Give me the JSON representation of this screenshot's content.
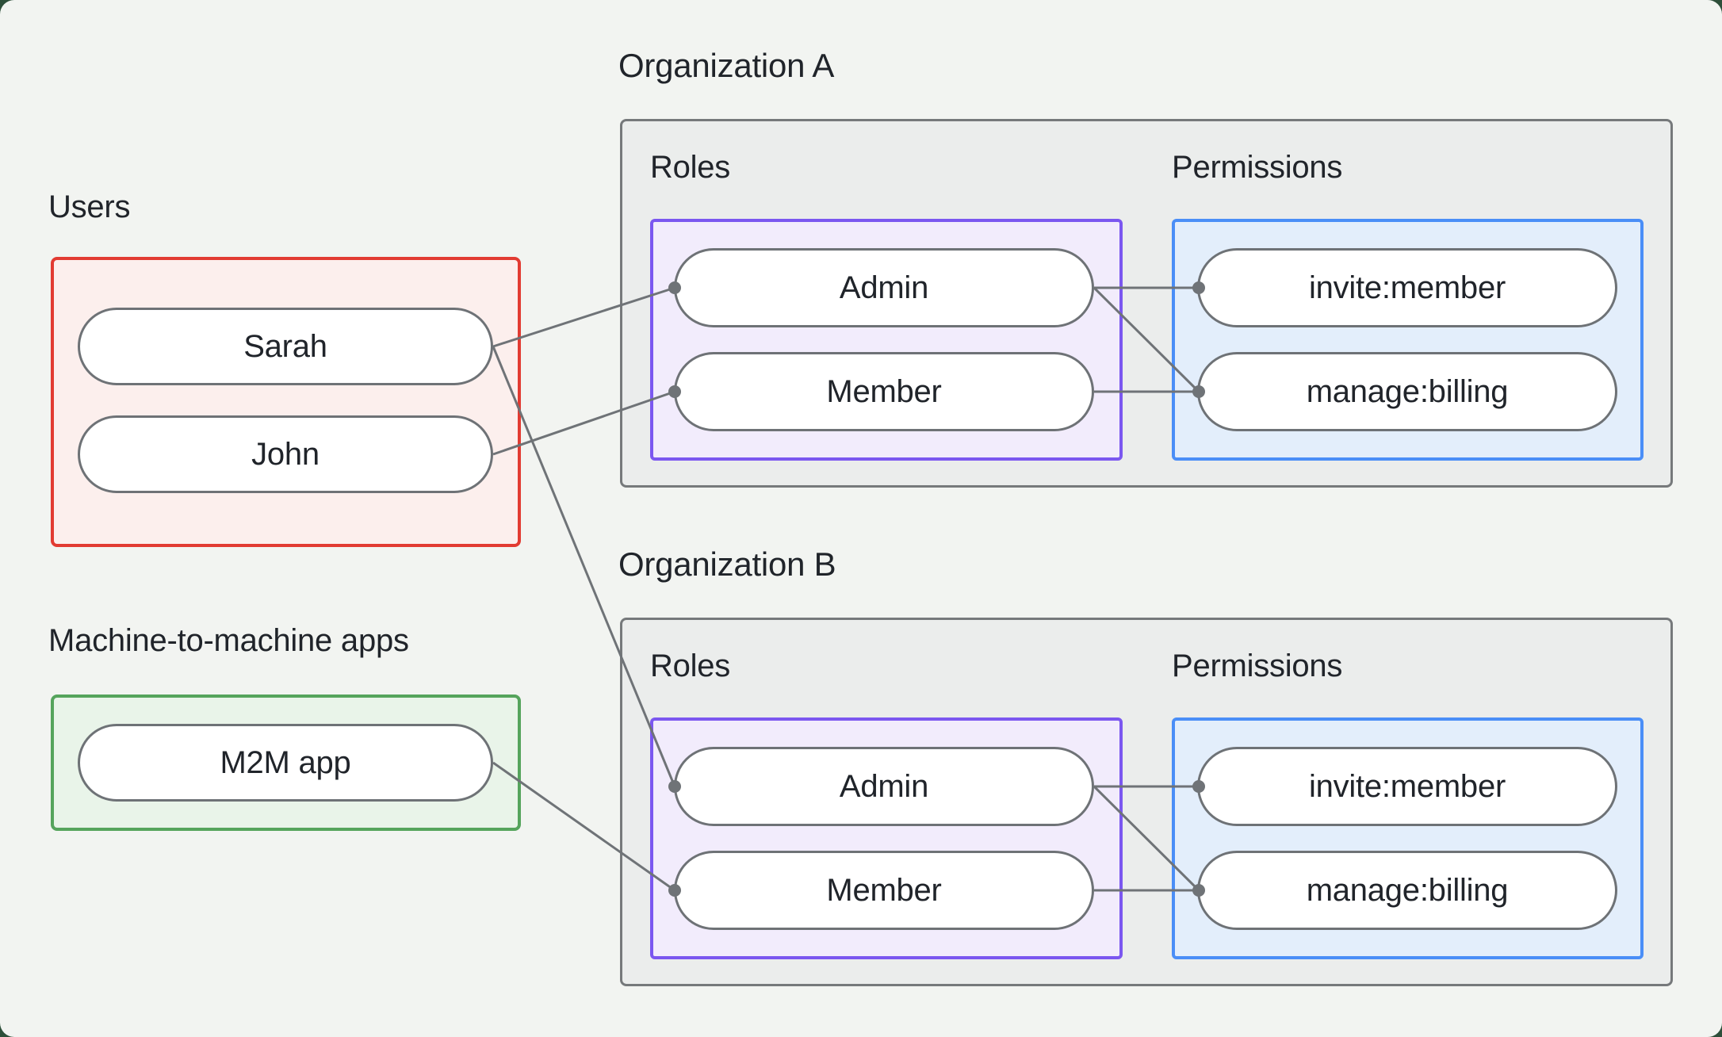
{
  "page": {
    "backdrop_color": "#2d4f3a",
    "card_color": "#f2f4f1"
  },
  "users_section": {
    "label": "Users",
    "accent_color": "#e23b32",
    "fill_color": "#fcefed",
    "items": [
      {
        "label": "Sarah"
      },
      {
        "label": "John"
      }
    ]
  },
  "m2m_section": {
    "label": "Machine-to-machine apps",
    "accent_color": "#55a45c",
    "fill_color": "#e9f4e9",
    "items": [
      {
        "label": "M2M app"
      }
    ]
  },
  "orgs": [
    {
      "title": "Organization A",
      "roles_label": "Roles",
      "permissions_label": "Permissions",
      "roles": [
        {
          "label": "Admin"
        },
        {
          "label": "Member"
        }
      ],
      "permissions": [
        {
          "label": "invite:member"
        },
        {
          "label": "manage:billing"
        }
      ],
      "roles_accent": "#7b57f0",
      "permissions_accent": "#4a8ef7"
    },
    {
      "title": "Organization B",
      "roles_label": "Roles",
      "permissions_label": "Permissions",
      "roles": [
        {
          "label": "Admin"
        },
        {
          "label": "Member"
        }
      ],
      "permissions": [
        {
          "label": "invite:member"
        },
        {
          "label": "manage:billing"
        }
      ],
      "roles_accent": "#7b57f0",
      "permissions_accent": "#4a8ef7"
    }
  ],
  "connections": [
    {
      "from": "Sarah",
      "to": "Organization A / Admin"
    },
    {
      "from": "Sarah",
      "to": "Organization B / Admin"
    },
    {
      "from": "John",
      "to": "Organization A / Member"
    },
    {
      "from": "M2M app",
      "to": "Organization B / Member"
    },
    {
      "from": "Organization A / Admin",
      "to": "Organization A / invite:member"
    },
    {
      "from": "Organization A / Admin",
      "to": "Organization A / manage:billing"
    },
    {
      "from": "Organization A / Member",
      "to": "Organization A / manage:billing"
    },
    {
      "from": "Organization B / Admin",
      "to": "Organization B / invite:member"
    },
    {
      "from": "Organization B / Admin",
      "to": "Organization B / manage:billing"
    },
    {
      "from": "Organization B / Member",
      "to": "Organization B / manage:billing"
    }
  ],
  "wire_color": "#6f7377"
}
